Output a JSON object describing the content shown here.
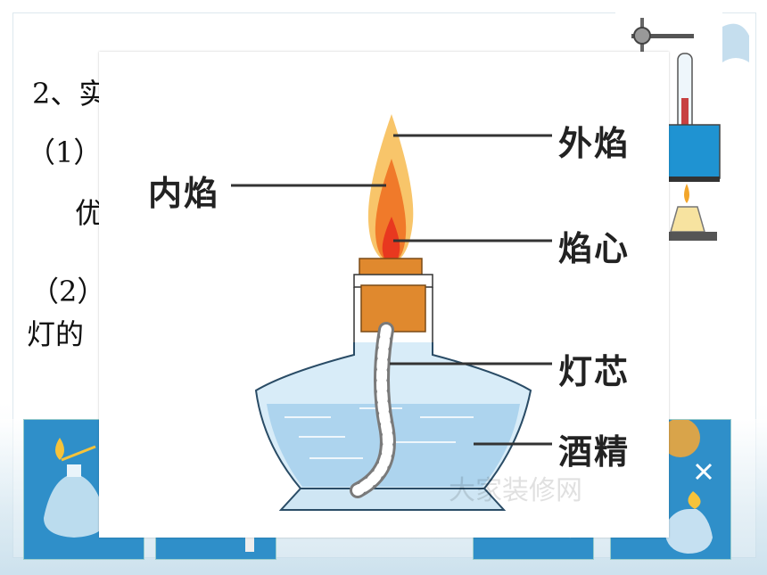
{
  "slide": {
    "line1": "2、实",
    "line2": "（1）",
    "line3": "优",
    "line4": "（2）",
    "line5": "灯的"
  },
  "diagram": {
    "labels": {
      "outer_flame": "外焰",
      "inner_flame": "内焰",
      "flame_core": "焰心",
      "wick": "灯芯",
      "alcohol": "酒精"
    },
    "watermark": "大家装修网"
  },
  "colors": {
    "flame_outer": "#f8c56a",
    "flame_inner": "#f07a2a",
    "flame_core": "#e8381f",
    "stopper": "#e0892e",
    "glass": "#cfe6f4",
    "alcohol": "#a9d2ec",
    "thumb_bg": "#2f8fc9"
  }
}
